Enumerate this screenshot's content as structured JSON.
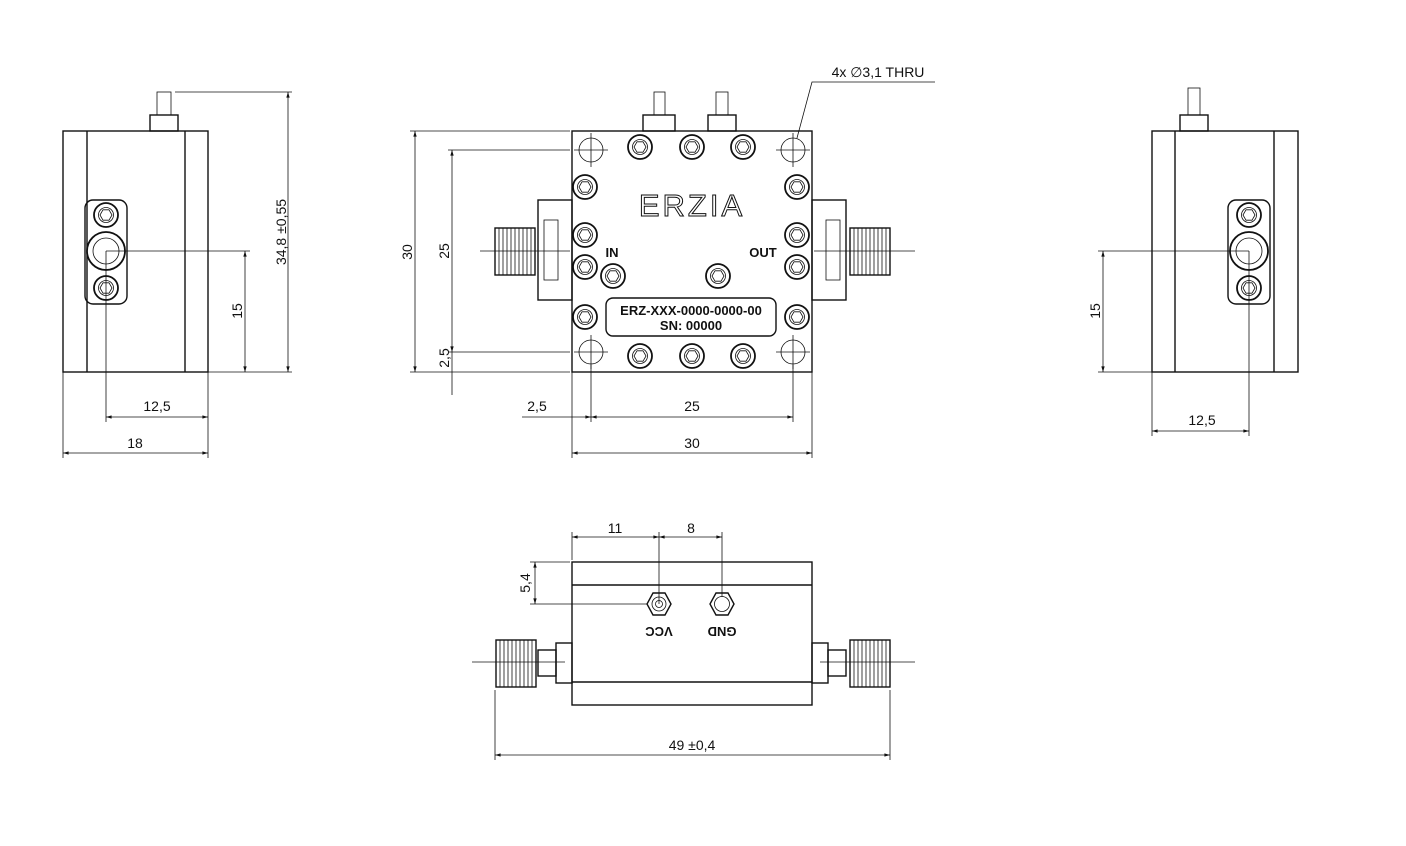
{
  "views": {
    "left": {
      "dims": {
        "height_total": "34,8 ±0,55",
        "connector_height": "15",
        "connector_offset": "12,5",
        "width": "18"
      }
    },
    "front": {
      "logo": "ERZIA",
      "port_in": "IN",
      "port_out": "OUT",
      "label_line1": "ERZ-XXX-0000-0000-00",
      "label_line2": "SN: 00000",
      "callout": "4x ∅3,1 THRU",
      "dims": {
        "height": "30",
        "hole_spacing_v": "25",
        "hole_offset_v": "2,5",
        "hole_offset_h": "2,5",
        "hole_spacing_h": "25",
        "width": "30"
      }
    },
    "right": {
      "dims": {
        "connector_height": "15",
        "connector_offset": "12,5"
      }
    },
    "bottom": {
      "vcc": "VCC",
      "gnd": "GND",
      "dims": {
        "vcc_offset": "11",
        "pin_spacing": "8",
        "pin_height": "5,4",
        "total_length": "49 ±0,4"
      }
    }
  }
}
